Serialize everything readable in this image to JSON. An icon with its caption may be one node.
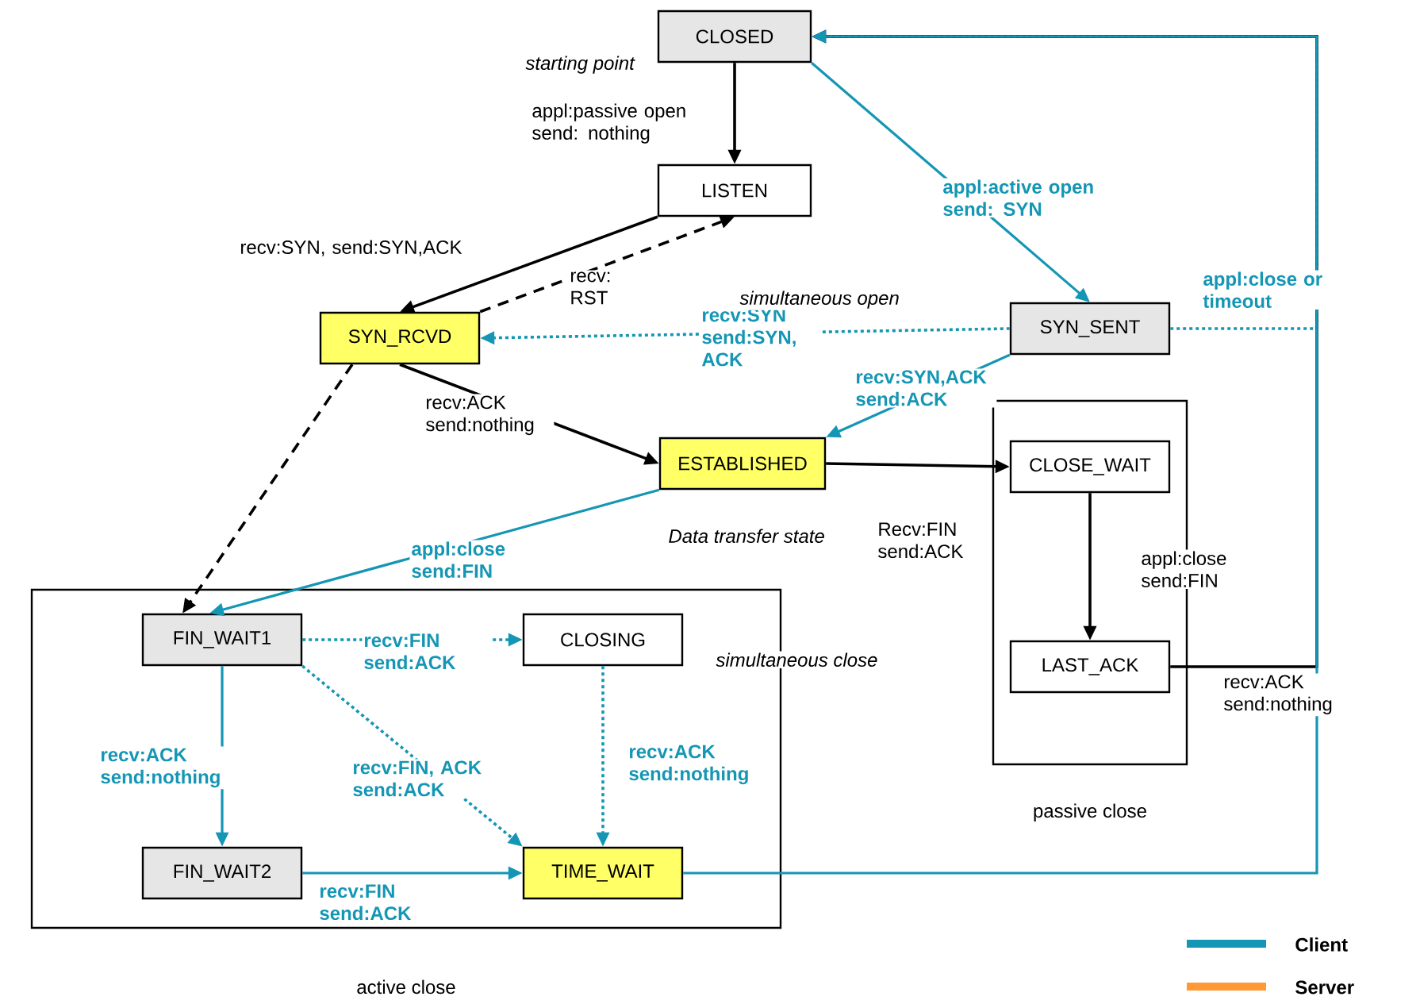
{
  "diagram": {
    "nodes": [
      {
        "text": [
          "CLOSED"
        ],
        "beside": [
          "starting point"
        ]
      },
      {
        "text": [
          "LISTEN"
        ]
      },
      {
        "text": [
          "SYN_RCVD"
        ]
      },
      {
        "text": [
          "SYN_SENT"
        ]
      },
      {
        "text": [
          "ESTABLISHED"
        ],
        "beside": [
          "Data transfer state"
        ]
      },
      {
        "text": [
          "passive close"
        ]
      },
      {
        "text": [
          "CLOSE_WAIT"
        ],
        "in": 5
      },
      {
        "text": [
          "LAST_ACK"
        ],
        "in": 5
      },
      {
        "text": [
          "active close"
        ]
      },
      {
        "text": [
          "FIN_WAIT1"
        ],
        "in": 8
      },
      {
        "text": [
          "CLOSING"
        ],
        "in": 8
      },
      {
        "text": [
          "FIN_WAIT2"
        ],
        "in": 8
      },
      {
        "text": [
          "TIME_WAIT"
        ],
        "in": 8
      }
    ],
    "edges": [
      {
        "from": 0,
        "to": 1,
        "arrow": "to",
        "label": "appl:passive open send: nothing",
        "color": "#000000"
      },
      {
        "from": 0,
        "to": 3,
        "arrow": "to",
        "label": "appl:active open send: SYN",
        "color": "#1496b4"
      },
      {
        "from": 1,
        "to": 2,
        "arrow": "to",
        "label": "recv:SYN, send:SYN,ACK",
        "color": "#000000"
      },
      {
        "from": 2,
        "to": 1,
        "arrow": "to",
        "label": "recv: RST",
        "style": "dashed",
        "color": "#000000"
      },
      {
        "from": 3,
        "to": 2,
        "arrow": "to",
        "label": "recv:SYN send:SYN, ACK",
        "style": "dashed",
        "color": "#1496b4"
      },
      {
        "from": 3,
        "to": 4,
        "arrow": "to",
        "label": "recv:SYN,ACK send:ACK",
        "color": "#1496b4"
      },
      {
        "from": 2,
        "to": 4,
        "arrow": "to",
        "label": "recv:ACK send:nothing",
        "color": "#000000"
      },
      {
        "from": 2,
        "to": 9,
        "arrow": "to",
        "style": "dashed",
        "color": "#000000"
      },
      {
        "from": 4,
        "to": 6,
        "arrow": "to",
        "label": "Recv:FIN send:ACK",
        "color": "#000000"
      },
      {
        "from": 4,
        "to": 9,
        "arrow": "to",
        "label": "appl:close send:FIN",
        "color": "#1496b4"
      },
      {
        "from": 6,
        "to": 7,
        "arrow": "to",
        "label": "appl:close send:FIN",
        "color": "#000000"
      },
      {
        "from": 9,
        "to": 10,
        "arrow": "to",
        "label": "recv:FIN send:ACK",
        "style": "dashed",
        "color": "#1496b4"
      },
      {
        "from": 9,
        "to": 12,
        "arrow": "to",
        "label": "recv:FIN, ACK send:ACK",
        "style": "dashed",
        "color": "#1496b4"
      },
      {
        "from": 9,
        "to": 11,
        "arrow": "to",
        "label": "recv:ACK send:nothing",
        "color": "#1496b4"
      },
      {
        "from": 10,
        "to": 12,
        "arrow": "to",
        "label": "recv:ACK send:nothing",
        "style": "dashed",
        "color": "#1496b4"
      },
      {
        "from": 11,
        "to": 12,
        "arrow": "to",
        "label": "recv:FIN send:ACK",
        "color": "#1496b4"
      },
      {
        "from": 12,
        "to": 0,
        "arrow": "to",
        "color": "#1496b4"
      },
      {
        "from": 3,
        "to": 0,
        "arrow": "to",
        "label": "appl:close or timeout",
        "style": "dashed",
        "color": "#1496b4"
      },
      {
        "from": 7,
        "to": 0,
        "arrow": "to",
        "label": "recv:ACK send:nothing",
        "color": "#000000"
      }
    ],
    "labels": [
      "simultaneous open",
      "simultaneous close"
    ],
    "legend": [
      {
        "text": "Client",
        "color": "#1496b4"
      },
      {
        "text": "Server",
        "color": "#ff9933"
      }
    ]
  }
}
